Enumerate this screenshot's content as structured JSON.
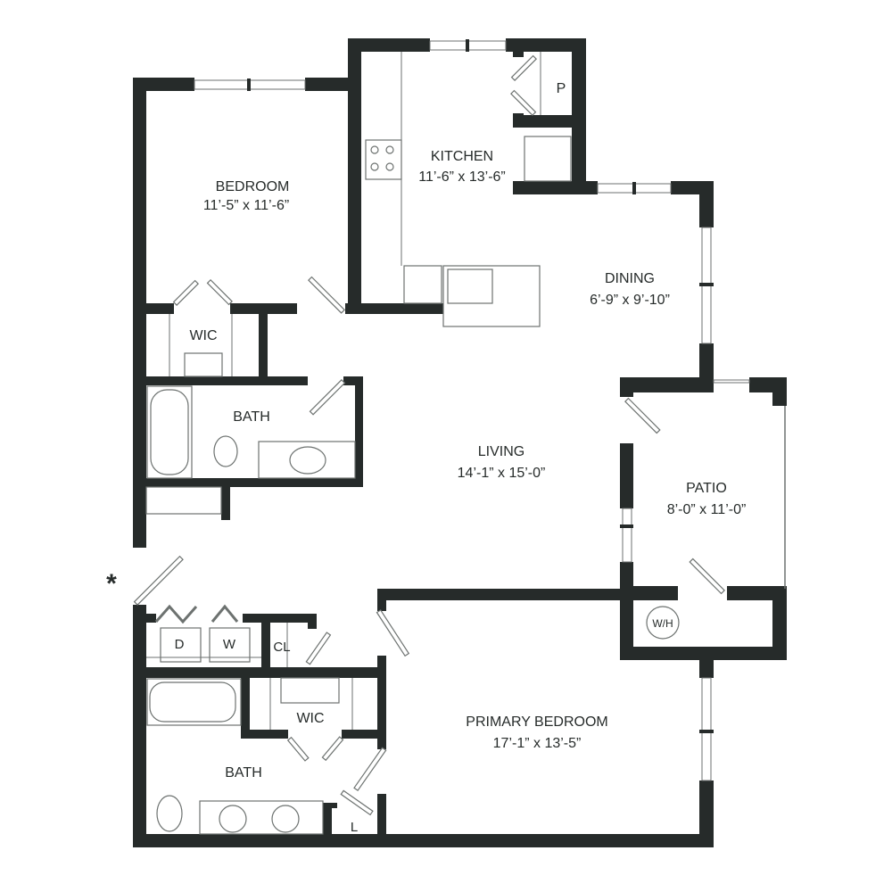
{
  "plan": {
    "wall_color": "#262b2a",
    "marker": "*",
    "rooms": [
      {
        "name": "BEDROOM",
        "size": "11’-5” x 11’-6”"
      },
      {
        "name": "KITCHEN",
        "size": "11’-6” x 13’-6”"
      },
      {
        "name": "DINING",
        "size": "6’-9” x 9’-10”"
      },
      {
        "name": "LIVING",
        "size": "14’-1” x 15’-0”"
      },
      {
        "name": "PATIO",
        "size": "8’-0” x 11’-0”"
      },
      {
        "name": "PRIMARY BEDROOM",
        "size": "17’-1” x 13’-5”"
      }
    ],
    "small_labels": {
      "wic1": "WIC",
      "bath1": "BATH",
      "pantry": "P",
      "dryer": "D",
      "washer": "W",
      "closet": "CL",
      "wic2": "WIC",
      "bath2": "BATH",
      "linen": "L",
      "water_heater": "W/H"
    }
  }
}
